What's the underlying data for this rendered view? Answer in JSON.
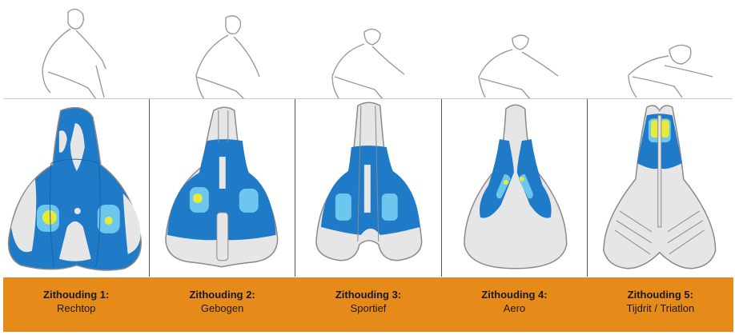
{
  "colors": {
    "band": "#e68a1a",
    "pressure_low": "#1f7ac8",
    "pressure_mid": "#6cc6ee",
    "pressure_high": "#e8ea3a",
    "saddle_fill": "#e6e6e6",
    "outline": "#8a8a8a"
  },
  "positions": [
    {
      "title": "Zithouding 1:",
      "subtitle": "Rechtop"
    },
    {
      "title": "Zithouding 2:",
      "subtitle": "Gebogen"
    },
    {
      "title": "Zithouding 3:",
      "subtitle": "Sportief"
    },
    {
      "title": "Zithouding 4:",
      "subtitle": "Aero"
    },
    {
      "title": "Zithouding 5:",
      "subtitle": "Tijdrit / Triatlon"
    }
  ]
}
